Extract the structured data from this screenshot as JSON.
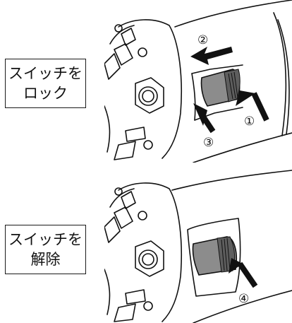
{
  "labels": {
    "lock": {
      "line1": "スイッチを",
      "line2": "ロック"
    },
    "unlock": {
      "line1": "スイッチを",
      "line2": "解除"
    }
  },
  "steps": {
    "one": "①",
    "two": "②",
    "three": "③",
    "four": "④"
  },
  "colors": {
    "line": "#111111",
    "switch_fill": "#8c8c8c",
    "switch_shadow": "#5e5e5e"
  }
}
